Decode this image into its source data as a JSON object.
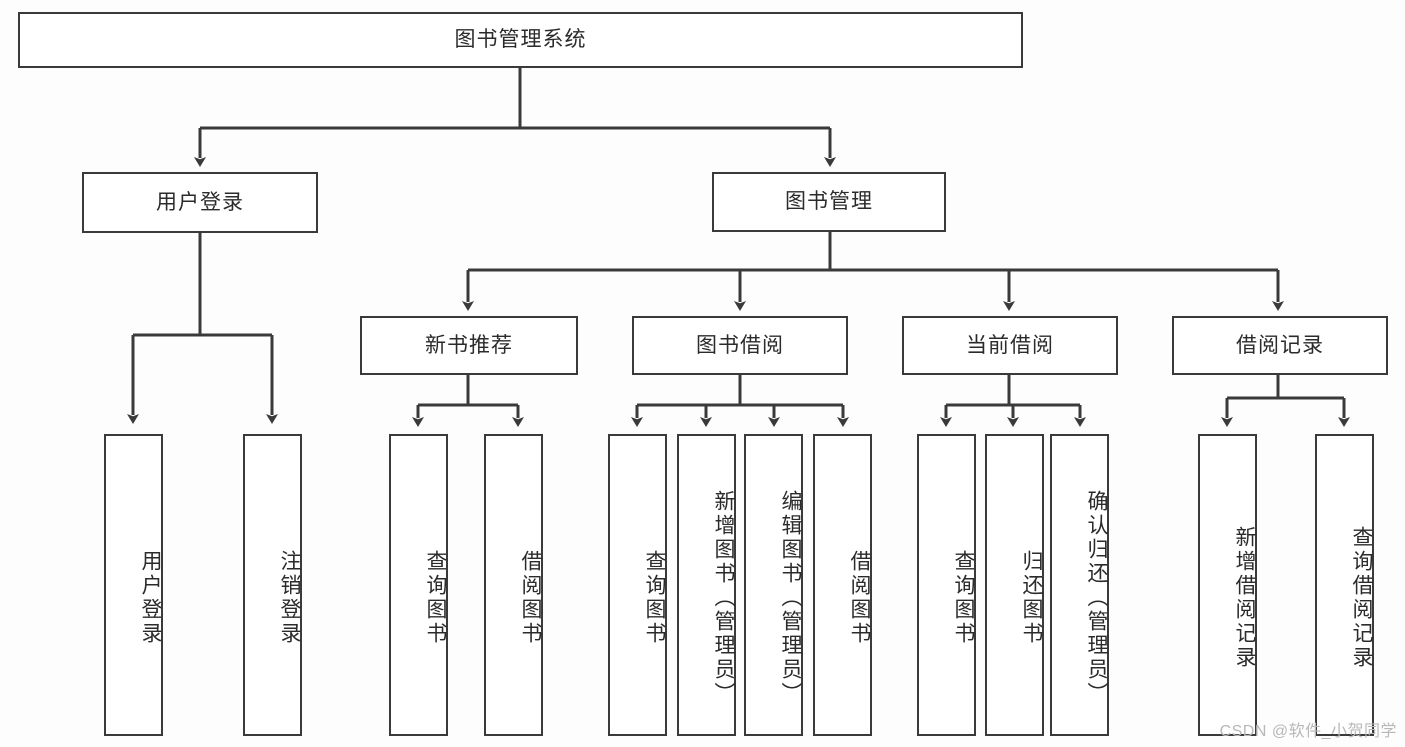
{
  "diagram": {
    "title_node": {
      "label": "图书管理系统"
    },
    "level1": [
      {
        "label": "用户登录"
      },
      {
        "label": "图书管理"
      }
    ],
    "level2": [
      {
        "label": "新书推荐"
      },
      {
        "label": "图书借阅"
      },
      {
        "label": "当前借阅"
      },
      {
        "label": "借阅记录"
      }
    ],
    "leaves": {
      "user_login": [
        {
          "label": "用户登录"
        },
        {
          "label": "注销登录"
        }
      ],
      "new_book_rec": [
        {
          "label": "查询图书"
        },
        {
          "label": "借阅图书"
        }
      ],
      "book_borrow": [
        {
          "label": "查询图书"
        },
        {
          "label": "新增图书（管理员）"
        },
        {
          "label": "编辑图书（管理员）"
        },
        {
          "label": "借阅图书"
        }
      ],
      "current_borrow": [
        {
          "label": "查询图书"
        },
        {
          "label": "归还图书"
        },
        {
          "label": "确认归还（管理员）"
        }
      ],
      "borrow_record": [
        {
          "label": "新增借阅记录"
        },
        {
          "label": "查询借阅记录"
        }
      ]
    }
  },
  "watermark": {
    "text": "CSDN @软件_小贺同学"
  },
  "colors": {
    "stroke": "#3a3a3a",
    "box_fill": "#ffffff",
    "text": "#2b2b2b",
    "background": "#fdfdfd",
    "watermark": "#b8b8b8"
  }
}
